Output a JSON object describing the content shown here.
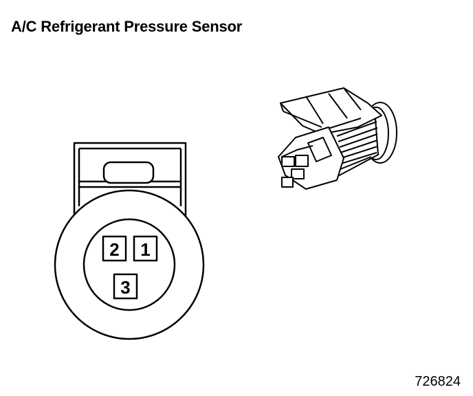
{
  "title": "A/C Refrigerant Pressure Sensor",
  "figure_number": "726824",
  "connector_face": {
    "pins": [
      {
        "label": "2"
      },
      {
        "label": "1"
      },
      {
        "label": "3"
      }
    ]
  },
  "line_color": "#000000",
  "background_color": "#ffffff"
}
